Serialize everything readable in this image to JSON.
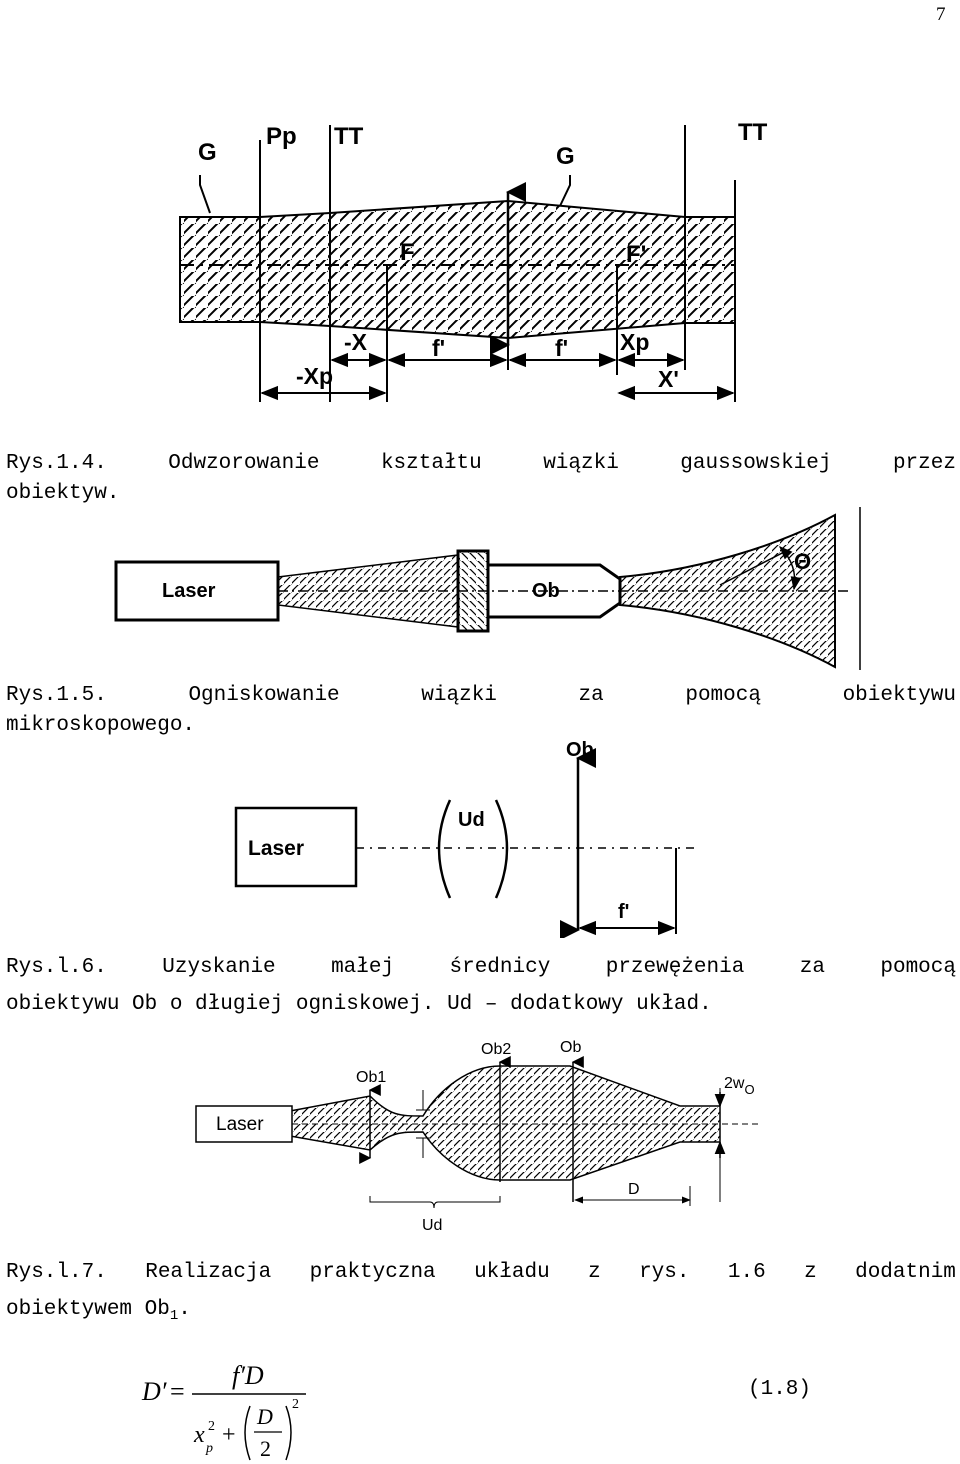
{
  "page_number": "7",
  "fig14": {
    "labels": {
      "g_left": "G",
      "pp": "Pp",
      "tt_left": "TT",
      "g_right": "G",
      "tt_right": "TT",
      "f": "F",
      "f_prime": "F'",
      "minus_x": "-X",
      "minus_xp": "-Xp",
      "f_dist_left": "f'",
      "f_dist_right": "f'",
      "xp": "Xp",
      "x_prime": "X'"
    },
    "caption_words": [
      "Rys.1.4.",
      "Odwzorowanie",
      "kształtu",
      "wiązki",
      "gaussowskiej",
      "przez"
    ],
    "caption_line2": "obiektyw."
  },
  "fig15": {
    "labels": {
      "laser": "Laser",
      "ob": "Ob",
      "theta": "Θ"
    },
    "caption_words": [
      "Rys.1.5.",
      "Ogniskowanie",
      "wiązki",
      "za",
      "pomocą",
      "obiektywu"
    ],
    "caption_line2": "mikroskopowego."
  },
  "fig16": {
    "labels": {
      "ob": "Ob",
      "laser": "Laser",
      "ud": "Ud",
      "f_prime": "f'"
    },
    "caption_words": [
      "Rys.l.6.",
      "Uzyskanie",
      "małej",
      "średnicy",
      "przewężenia",
      "za",
      "pomocą"
    ],
    "caption_line2": "obiektywu Ob o długiej ogniskowej. Ud – dodatkowy układ."
  },
  "fig17": {
    "labels": {
      "ob2": "Ob2",
      "ob": "Ob",
      "ob1": "Ob1",
      "laser": "Laser",
      "two_w": "2w",
      "w_sub": "O",
      "d": "D",
      "ud": "Ud"
    },
    "caption_words": [
      "Rys.l.7.",
      "Realizacja",
      "praktyczna",
      "układu",
      "z",
      "rys.",
      "1.6",
      "z",
      "dodatnim"
    ],
    "caption_line2_main": "obiektywem Ob",
    "caption_line2_sub": "1",
    "caption_line2_end": "."
  },
  "equation": {
    "lhs": "D′",
    "equals": "=",
    "num": "f′D",
    "den_x": "x",
    "den_x_sup": "2",
    "den_x_sub": "p",
    "plus": "+",
    "frac_num": "D",
    "frac_den": "2",
    "paren_sup": "2",
    "number": "(1.8)"
  }
}
